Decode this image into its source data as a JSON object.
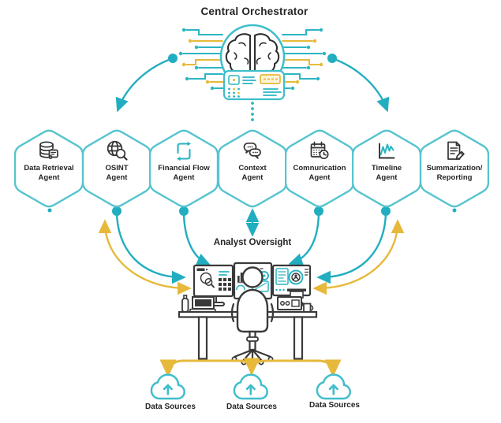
{
  "header": {
    "title": "Central Orchestrator"
  },
  "oversight": {
    "label": "Analyst Oversight"
  },
  "agents": [
    {
      "id": "data-retrieval",
      "line1": "Data Retrieval",
      "line2": "Agent",
      "icon": "database-icon"
    },
    {
      "id": "osint",
      "line1": "OSINT",
      "line2": "Agent",
      "icon": "globe-search-icon"
    },
    {
      "id": "financial-flow",
      "line1": "Financial Flow",
      "line2": "Agent",
      "icon": "cycle-arrows-icon"
    },
    {
      "id": "context",
      "line1": "Context",
      "line2": "Agent",
      "icon": "chat-bubbles-icon"
    },
    {
      "id": "communication",
      "line1": "Comnurication",
      "line2": "Agent",
      "icon": "calendar-clock-icon"
    },
    {
      "id": "timeline",
      "line1": "Timeline",
      "line2": "Agent",
      "icon": "line-chart-icon"
    },
    {
      "id": "summarization",
      "line1": "Summarization/",
      "line2": "Reporting",
      "icon": "document-pencil-icon"
    }
  ],
  "data_sources": [
    {
      "label": "Data Sources"
    },
    {
      "label": "Data Sources"
    },
    {
      "label": "Data Sources"
    }
  ],
  "colors": {
    "teal_arrow": "#22aec0",
    "teal_light": "#57c4cf",
    "yellow": "#e6b93a",
    "ink": "#252525",
    "icon_dark": "#333333"
  }
}
